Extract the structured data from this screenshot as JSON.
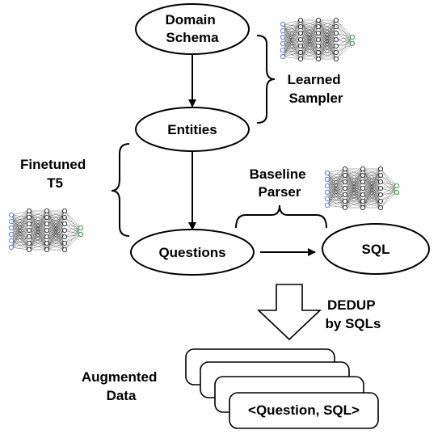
{
  "nodes": {
    "domain_schema": [
      "Domain",
      "Schema"
    ],
    "entities": "Entities",
    "questions": "Questions",
    "sql": "SQL",
    "output_record": "<Question, SQL>"
  },
  "labels": {
    "learned_sampler": [
      "Learned",
      "Sampler"
    ],
    "finetuned_t5": [
      "Finetuned",
      "T5"
    ],
    "baseline_parser": [
      "Baseline",
      "Parser"
    ],
    "dedup": [
      "DEDUP",
      "by SQLs"
    ],
    "augmented_data": [
      "Augmented",
      "Data"
    ]
  },
  "icons": {
    "neural_net": "neural-network-icon"
  },
  "colors": {
    "stroke": "#000000",
    "input_neurons": "#5b7fd6",
    "output_neurons": "#2e9e3e",
    "background": "#ffffff"
  }
}
